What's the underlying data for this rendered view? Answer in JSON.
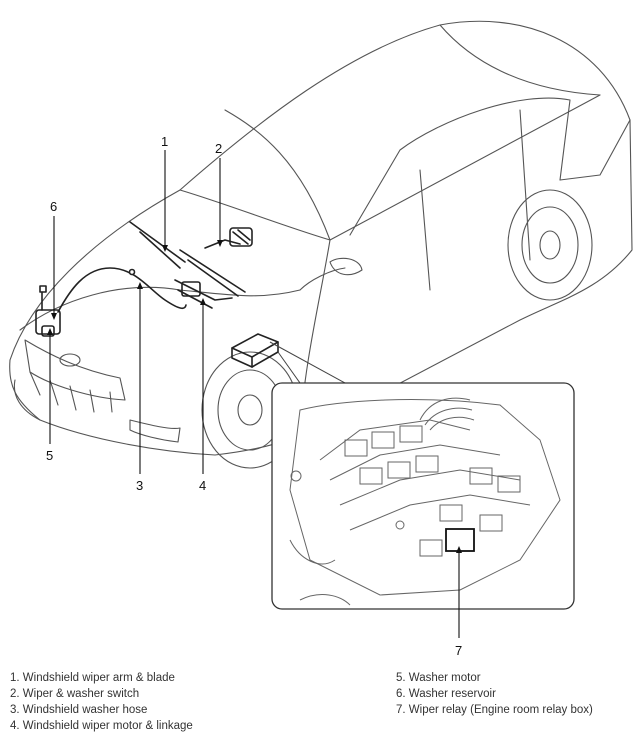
{
  "callouts": {
    "c1": "1",
    "c2": "2",
    "c3": "3",
    "c4": "4",
    "c5": "5",
    "c6": "6",
    "c7": "7"
  },
  "legend": {
    "left": [
      "1. Windshield wiper arm & blade",
      "2. Wiper & washer switch",
      "3. Windshield washer hose",
      "4. Windshield wiper motor & linkage"
    ],
    "right": [
      "5. Washer motor",
      "6. Washer reservoir",
      "7. Wiper relay (Engine room relay box)"
    ]
  }
}
